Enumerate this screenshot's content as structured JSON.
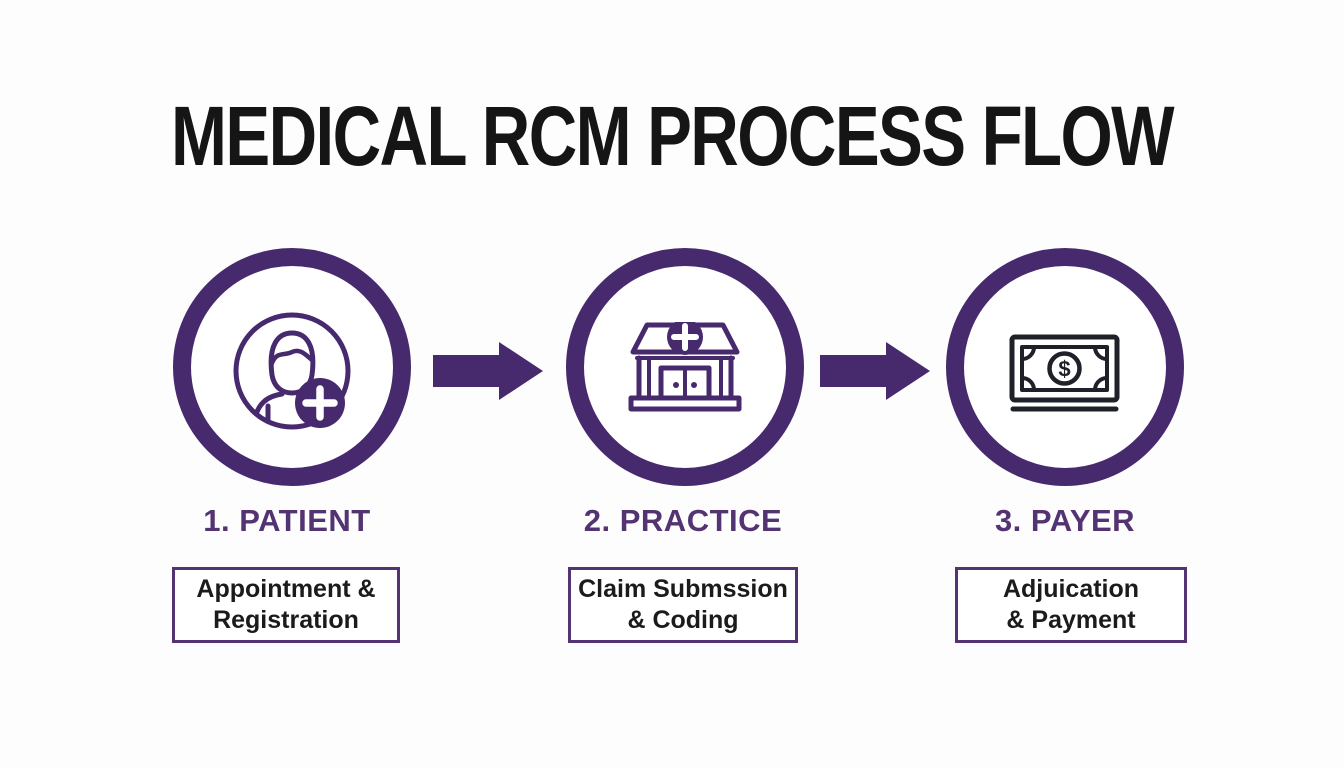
{
  "title": "MEDICAL RCM PROCESS FLOW",
  "colors": {
    "purple": "#472a6d",
    "purple_text": "#533372",
    "dark": "#1e2128",
    "text_black": "#1b1b1b",
    "title_black": "#151515",
    "background": "#fdfdfe"
  },
  "stages": [
    {
      "number_label": "1. PATIENT",
      "box_line1": "Appointment &",
      "box_line2": "Registration",
      "icon": "add-patient-icon"
    },
    {
      "number_label": "2. PRACTICE",
      "box_line1": "Claim Submssion",
      "box_line2": "& Coding",
      "icon": "clinic-building-icon"
    },
    {
      "number_label": "3. PAYER",
      "box_line1": "Adjuication",
      "box_line2": "& Payment",
      "icon": "money-bill-icon"
    }
  ],
  "icons": {
    "money_symbol": "$",
    "arrow": "right-arrow"
  }
}
